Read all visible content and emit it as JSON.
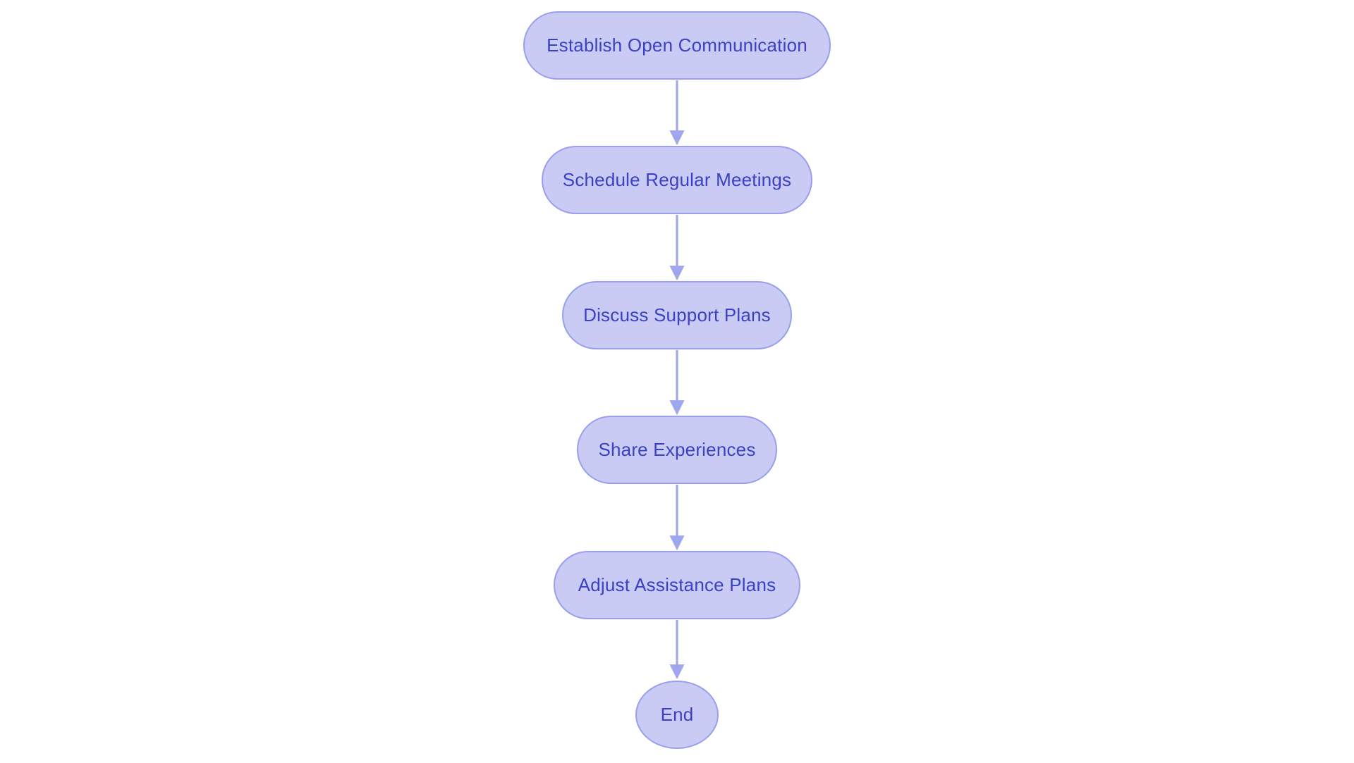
{
  "diagram": {
    "type": "flowchart",
    "direction": "top-down",
    "colors": {
      "canvas-bg": "#ffffff",
      "node-fill": "#c9cbf4",
      "node-border": "#98a0ec",
      "arrow-color": "#9fa6ee",
      "text-color": "#3b41c5"
    },
    "nodes": [
      {
        "id": "establish-open-communication",
        "label": "Establish Open Communication",
        "shape": "pill"
      },
      {
        "id": "schedule-regular-meetings",
        "label": "Schedule Regular Meetings",
        "shape": "pill"
      },
      {
        "id": "discuss-support-plans",
        "label": "Discuss Support Plans",
        "shape": "pill"
      },
      {
        "id": "share-experiences",
        "label": "Share Experiences",
        "shape": "pill"
      },
      {
        "id": "adjust-assistance-plans",
        "label": "Adjust Assistance Plans",
        "shape": "pill"
      },
      {
        "id": "end",
        "label": "End",
        "shape": "circle"
      }
    ],
    "edges": [
      {
        "from": "establish-open-communication",
        "to": "schedule-regular-meetings"
      },
      {
        "from": "schedule-regular-meetings",
        "to": "discuss-support-plans"
      },
      {
        "from": "discuss-support-plans",
        "to": "share-experiences"
      },
      {
        "from": "share-experiences",
        "to": "adjust-assistance-plans"
      },
      {
        "from": "adjust-assistance-plans",
        "to": "end"
      }
    ]
  }
}
